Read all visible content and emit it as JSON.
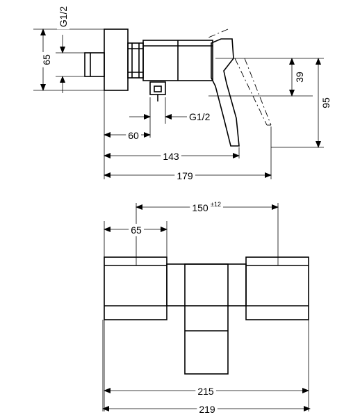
{
  "side_view": {
    "dims": {
      "thread_top": "G1/2",
      "height_65": "65",
      "height_39": "39",
      "height_95": "95",
      "thread_bottom": "G1/2",
      "depth_60": "60",
      "depth_143": "143",
      "depth_179": "179"
    }
  },
  "front_view": {
    "dims": {
      "centers": "150",
      "centers_tolerance": "±12",
      "width_65": "65",
      "width_215": "215",
      "width_219": "219"
    }
  }
}
